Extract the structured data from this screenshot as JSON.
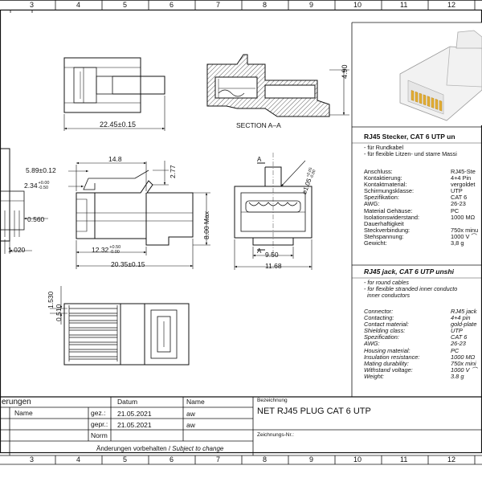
{
  "frame": {
    "top_numbers": [
      "3",
      "4",
      "5",
      "6",
      "7",
      "8",
      "9",
      "10",
      "11",
      "12"
    ],
    "bottom_numbers": [
      "3",
      "4",
      "5",
      "6",
      "7",
      "8",
      "9",
      "10",
      "11",
      "12"
    ]
  },
  "dimensions": {
    "top_length": "22.45±0.15",
    "top_height": "4.90",
    "section_label": "SECTION A–A",
    "dim_5_89": "5.89±0.12",
    "dim_14_8": "14.8",
    "dim_2_77": "2.77",
    "dim_2_34_base": "2.34",
    "dim_2_34_tol_up": "+0.00",
    "dim_2_34_tol_dn": "-0.50",
    "dim_0_560": "0.560",
    "dim_1_020": "1.020",
    "dim_8_00": "8.00 Max",
    "dim_12_32_base": "12.32",
    "dim_12_32_tol_up": "+0.50",
    "dim_12_32_tol_dn": "-0.00",
    "dim_20_35": "20.35±0.15",
    "dim_1_05_base": "1.05",
    "dim_1_05_tol_up": "+0.05",
    "dim_1_05_tol_dn": "-0.00",
    "dim_9_50": "9.50",
    "dim_11_68": "11.68",
    "dim_1_530": "1.530",
    "dim_0_510": "0.510",
    "section_marker": "A"
  },
  "spec_de": {
    "title": "RJ45 Stecker, CAT 6 UTP un",
    "notes": [
      "- für Rundkabel",
      "- für flexible Litzen- und starre Massi"
    ],
    "rows": [
      {
        "k": "Anschluss:",
        "v": "RJ45-Ste"
      },
      {
        "k": "Kontaktierung:",
        "v": "4+4 Pin"
      },
      {
        "k": "Kontaktmaterial:",
        "v": "vergoldet"
      },
      {
        "k": "Schirmungsklasse:",
        "v": "UTP"
      },
      {
        "k": "Spezifikation:",
        "v": "CAT 6"
      },
      {
        "k": "AWG:",
        "v": "26-23"
      },
      {
        "k": "Material Gehäuse:",
        "v": "PC"
      },
      {
        "k": "Isolationswiderstand:",
        "v": "1000 MΩ"
      },
      {
        "k": "Dauerhaftigkeit",
        "v": ""
      },
      {
        "k": "Steckverbindung:",
        "v": "750x minu"
      },
      {
        "k": "Stehspannung:",
        "v": "1000 V ⌒"
      },
      {
        "k": "Gewicht:",
        "v": "3,8 g"
      }
    ]
  },
  "spec_en": {
    "title": "RJ45 jack, CAT 6 UTP unshi",
    "notes": [
      "- for round cables",
      "- for flexible stranded inner conducto",
      "  inner conductors"
    ],
    "rows": [
      {
        "k": "Connector:",
        "v": "RJ45 jack"
      },
      {
        "k": "Contacting:",
        "v": "4+4 pin"
      },
      {
        "k": "Contact material:",
        "v": "gold-plate"
      },
      {
        "k": "Shielding class:",
        "v": "UTP"
      },
      {
        "k": "Spezification:",
        "v": "CAT 6"
      },
      {
        "k": "AWG:",
        "v": "26-23"
      },
      {
        "k": "Housing material:",
        "v": "PC"
      },
      {
        "k": "Insulation resistance:",
        "v": "1000 MΩ"
      },
      {
        "k": "Mating durability:",
        "v": "750x mini"
      },
      {
        "k": "Withstand voltage:",
        "v": "1000 V ⌒"
      },
      {
        "k": "Weight:",
        "v": "3.8 g"
      }
    ]
  },
  "title_block": {
    "changes": "erungen",
    "name_col": "Name",
    "datum_head": "Datum",
    "name_head": "Name",
    "gez_label": "gez.:",
    "gez_date": "21.05.2021",
    "gez_name": "aw",
    "gepr_label": "gepr.:",
    "gepr_date": "21.05.2021",
    "gepr_name": "aw",
    "norm_label": "Norm",
    "bezeichnung_label": "Bezeichnung",
    "bezeichnung": "NET RJ45 PLUG CAT 6 UTP",
    "zeichnungs_label": "Zeichnungs-Nr.:",
    "subject_de": "Änderungen vorbehalten / ",
    "subject_en": "Subject to change"
  }
}
